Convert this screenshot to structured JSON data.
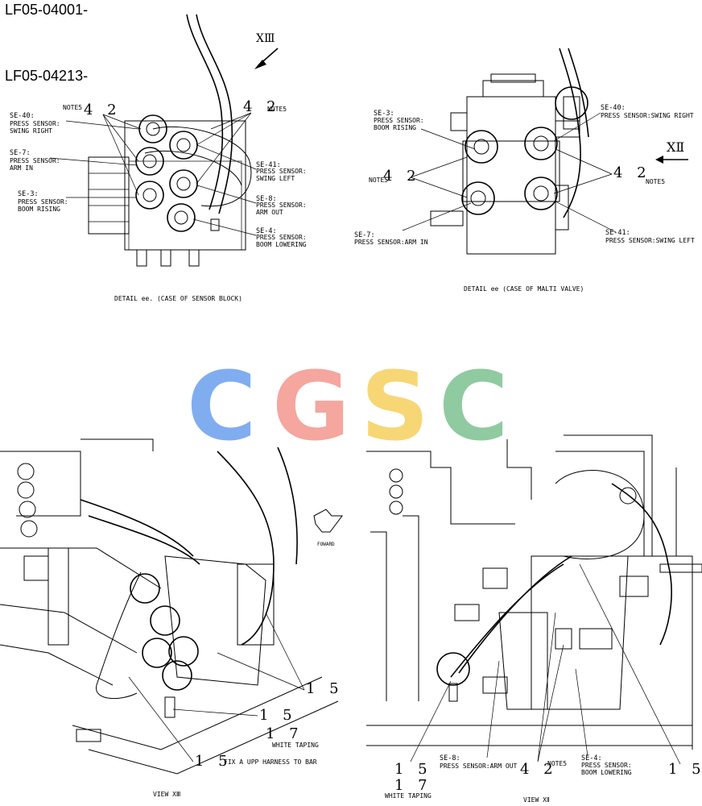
{
  "header": {
    "ref1": "LF05-04001-",
    "ref2": "LF05-04213-"
  },
  "watermark": {
    "letters": [
      "C",
      "G",
      "S",
      "C"
    ],
    "colors": [
      "#7aa9f0",
      "#f4a29a",
      "#f7d46e",
      "#8bc89b"
    ]
  },
  "detail_sensor_block": {
    "view_mark": "XⅢ",
    "caption": "DETAIL ee. (CASE OF SENSOR BLOCK)",
    "item_42_a": "4 2",
    "item_42_b": "4 2",
    "notes_a": "NOTE5",
    "notes_b": "NOTE5",
    "se40": [
      "SE-40:",
      "PRESS SENSOR:",
      "SWING RIGHT"
    ],
    "se7": [
      "SE-7:",
      "PRESS SENSOR:",
      "ARM IN"
    ],
    "se3": [
      "SE-3:",
      "PRESS SENSOR:",
      "BOOM RISING"
    ],
    "se41": [
      "SE-41:",
      "PRESS SENSOR:",
      "SWING LEFT"
    ],
    "se8": [
      "SE-8:",
      "PRESS SENSOR:",
      "ARM OUT"
    ],
    "se4": [
      "SE-4:",
      "PRESS SENSOR:",
      "BOOM LOWERING"
    ]
  },
  "detail_multi_valve": {
    "view_mark": "XⅡ",
    "caption": "DETAIL ee (CASE OF MALTI VALVE)",
    "se3": [
      "SE-3:",
      "PRESS SENSOR:",
      "BOOM RISING"
    ],
    "se40": [
      "SE-40:",
      "PRESS SENSOR:SWING RIGHT"
    ],
    "notes_left": "NOTE5",
    "item_42_left": "4 2",
    "item_42_right": "4 2",
    "notes_right": "NOTE5",
    "se7": [
      "SE-7:",
      "PRESS SENSOR:ARM IN"
    ],
    "se41": [
      "SE-41:",
      "PRESS SENSOR:SWING LEFT"
    ]
  },
  "view_xiii": {
    "forward": "FOWARD",
    "item_15_a": "1 5",
    "item_15_b": "1 5",
    "item_17": "1 7",
    "white_taping": "WHITE TAPING",
    "item_15_c": "1 5",
    "fix_note": "FIX A UPP HARNESS TO BAR",
    "caption": "VIEW XⅢ"
  },
  "view_xii": {
    "item_15_a": "1 5",
    "item_17": "1 7",
    "white_taping": "WHITE TAPING",
    "se8": [
      "SE-8:",
      "PRESS SENSOR:ARM OUT"
    ],
    "item_42": "4 2",
    "notes": "NOTE5",
    "se4": [
      "SE-4:",
      "PRESS SENSOR:",
      "BOOM LOWERING"
    ],
    "item_15_b": "1 5",
    "caption": "VIEW XⅡ"
  }
}
